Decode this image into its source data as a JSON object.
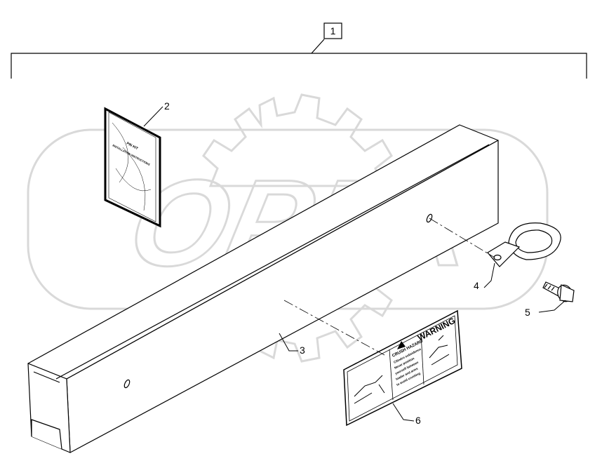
{
  "watermark": {
    "text": "OPEX",
    "icon": "gear-icon",
    "color": "#d9d9d9"
  },
  "callouts": {
    "c1": "1",
    "c2": "2",
    "c3": "3",
    "c4": "4",
    "c5": "5",
    "c6": "6"
  },
  "decal": {
    "heading": "WARNING",
    "subheading": "CRUSH HAZARD",
    "lines": [
      "Cilindro subsidence",
      "Never position",
      "yourself between",
      "loader and arms",
      "to avoid crushing"
    ]
  },
  "manual": {
    "line1": "PIN KIT",
    "line2": "INSTALLATION INSTRUCTIONS"
  },
  "colors": {
    "line": "#000000",
    "watermark": "#d9d9d9"
  }
}
